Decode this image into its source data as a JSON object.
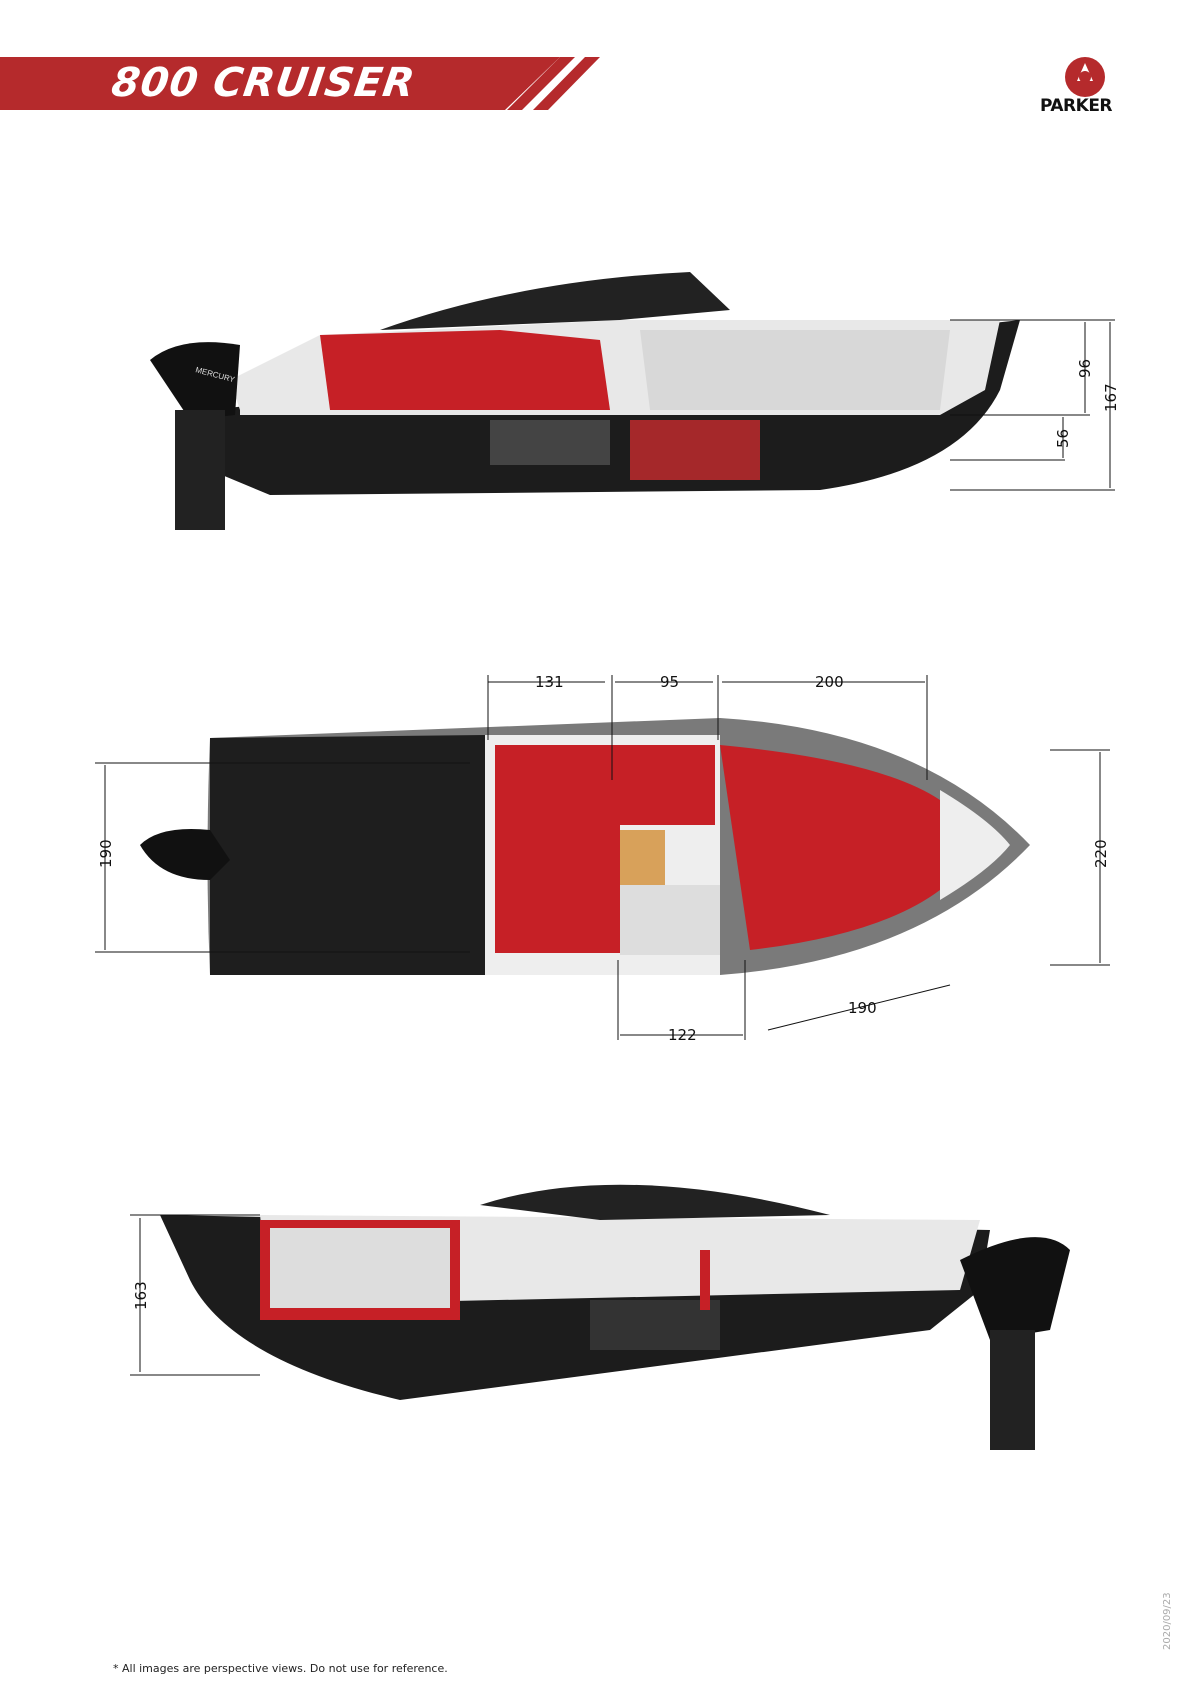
{
  "header": {
    "title": "800 CRUISER",
    "brand": "PARKER",
    "brand_color": "#b52a2c"
  },
  "side_view_top": {
    "outboard_brand": "MERCURY",
    "dimensions": {
      "cabin_height": "96",
      "total_height": "167",
      "hull_depth": "56"
    }
  },
  "plan_view": {
    "dimensions": {
      "aft_cockpit": "131",
      "helm": "95",
      "berth_length": "200",
      "transom_width": "190",
      "beam": "220",
      "head": "122",
      "berth_diagonal": "190"
    }
  },
  "side_view_bottom": {
    "dimensions": {
      "height": "163"
    }
  },
  "footer": {
    "disclaimer": "* All images are perspective views. Do not use for reference.",
    "date": "2020/09/23"
  }
}
